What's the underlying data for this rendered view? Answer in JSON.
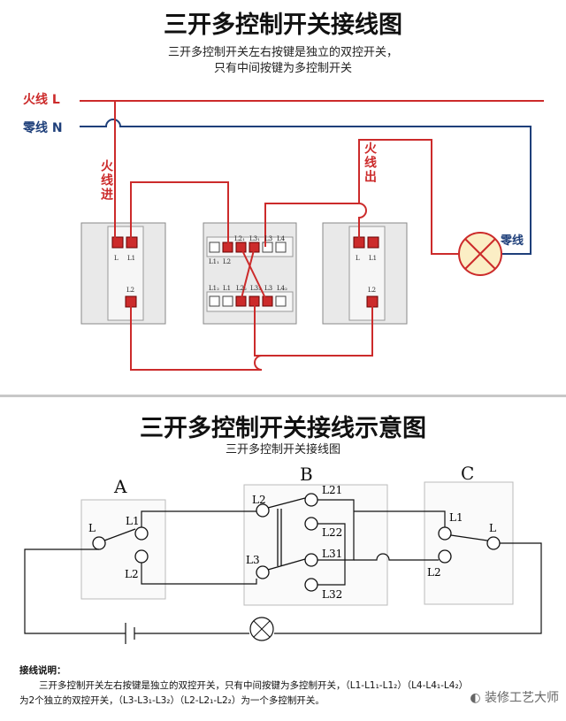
{
  "top": {
    "title": "三开多控制开关接线图",
    "subtitle_line1": "三开多控制开关左右按键是独立的双控开关，",
    "subtitle_line2": "只有中间按键为多控制开关",
    "live_label": "火线 L",
    "neutral_label": "零线 N",
    "live_in_label": "火线进",
    "live_out_label": "火线出",
    "lamp_neutral_label": "零线",
    "left_switch_terminals": [
      "L",
      "L1",
      "L2"
    ],
    "middle_switch_top_terminals": [
      "L1₁",
      "L2",
      "L2₁",
      "L3₁",
      "L3",
      "L4"
    ],
    "middle_switch_bottom_terminals": [
      "L1₂",
      "L1",
      "L2₂",
      "L3₂",
      "L3",
      "L4₂"
    ],
    "right_switch_terminals": [
      "L",
      "L1",
      "L2"
    ],
    "colors": {
      "live_wire": "#cc2b2b",
      "neutral_wire": "#1e3f7a",
      "switch_plate": "#e9e9e9"
    }
  },
  "bottom": {
    "title": "三开多控制开关接线示意图",
    "subtitle": "三开多控制开关接线图",
    "switch_a": {
      "name": "A",
      "common": "L",
      "t1": "L1",
      "t2": "L2"
    },
    "switch_b": {
      "name": "B",
      "left_top": "L2",
      "left_bottom": "L3",
      "r1": "L21",
      "r2": "L22",
      "r3": "L31",
      "r4": "L32"
    },
    "switch_c": {
      "name": "C",
      "common": "L",
      "t1": "L1",
      "t2": "L2"
    },
    "notes_heading": "接线说明：",
    "notes_line1": "三开多控制开关左右按键是独立的双控开关，只有中间按键为多控制开关，（L1-L1₁-L1₂）（L4-L4₁-L4₂）",
    "notes_line2": "为2个独立的双控开关，（L3-L3₁-L3₂）（L2-L2₁-L2₂）为一个多控制开关。",
    "watermark": "装修工艺大师"
  }
}
